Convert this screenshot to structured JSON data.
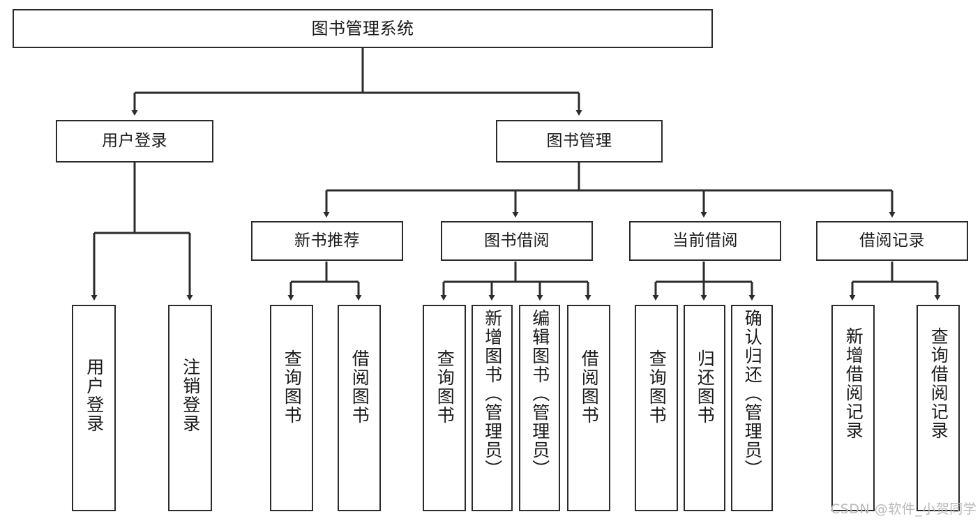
{
  "diagram": {
    "type": "tree",
    "title": "图书管理系统",
    "orientation": "top-down",
    "colors": {
      "box_border": "#2b2b2b",
      "box_fill": "#ffffff",
      "connector": "#2b2b2b",
      "text": "#1a1a1a",
      "watermark": "#b9b9b9",
      "background": "#ffffff"
    },
    "nodes": {
      "root": {
        "label": "图书管理系统"
      },
      "level2": [
        {
          "label": "用户登录"
        },
        {
          "label": "图书管理"
        }
      ],
      "level3": [
        {
          "label": "新书推荐"
        },
        {
          "label": "图书借阅"
        },
        {
          "label": "当前借阅"
        },
        {
          "label": "借阅记录"
        }
      ],
      "leaves_user_login": [
        {
          "label": "用户登录"
        },
        {
          "label": "注销登录"
        }
      ],
      "leaves_new_book": [
        {
          "label": "查询图书"
        },
        {
          "label": "借阅图书"
        }
      ],
      "leaves_borrow": [
        {
          "label": "查询图书"
        },
        {
          "label": "新增图书（管理员）"
        },
        {
          "label": "编辑图书（管理员）"
        },
        {
          "label": "借阅图书"
        }
      ],
      "leaves_current": [
        {
          "label": "查询图书"
        },
        {
          "label": "归还图书"
        },
        {
          "label": "确认归还（管理员）"
        }
      ],
      "leaves_record": [
        {
          "label": "新增借阅记录"
        },
        {
          "label": "查询借阅记录"
        }
      ]
    }
  },
  "watermark": {
    "text": "CSDN @软件_小贺同学"
  }
}
